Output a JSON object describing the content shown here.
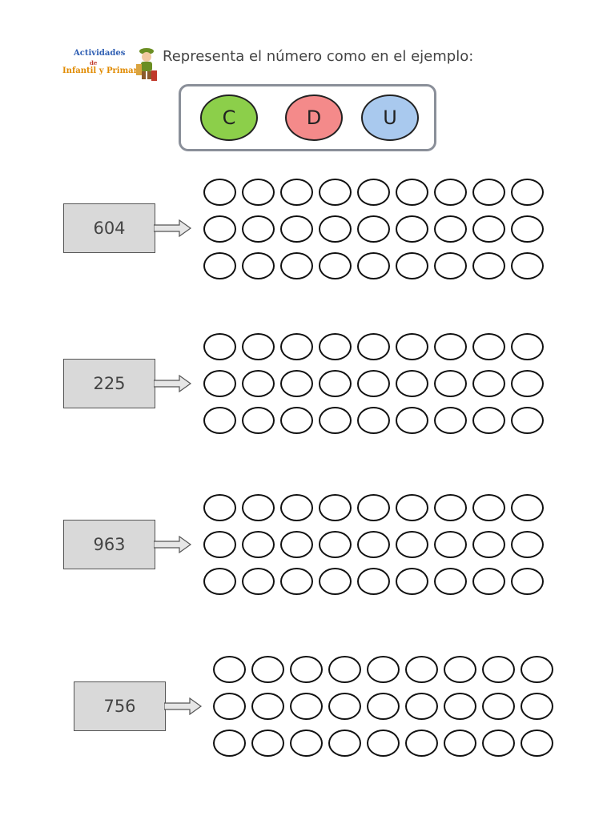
{
  "logo": {
    "line1": "Actividades",
    "line2": "de",
    "line3": "Infantil y Primaria"
  },
  "instruction": "Representa el número como en el ejemplo:",
  "legend": [
    {
      "label": "C",
      "color": "#8ccf4a"
    },
    {
      "label": "D",
      "color": "#f48a8a"
    },
    {
      "label": "U",
      "color": "#a9c9ee"
    }
  ],
  "exercises": [
    {
      "number": "604"
    },
    {
      "number": "225"
    },
    {
      "number": "963"
    },
    {
      "number": "756"
    }
  ],
  "grid": {
    "rows": 3,
    "cols": 9
  }
}
